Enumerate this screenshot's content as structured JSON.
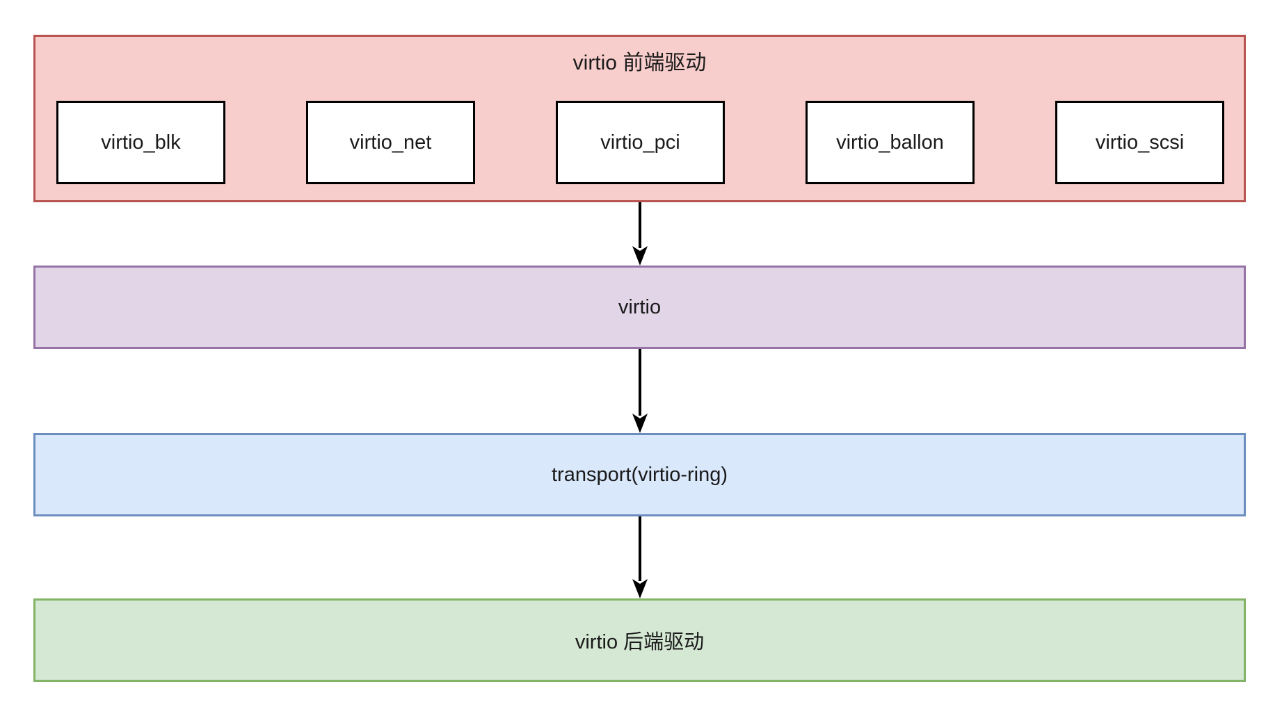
{
  "colors": {
    "frontend_fill": "#f8cecc",
    "frontend_stroke": "#b85450",
    "module_fill": "#ffffff",
    "module_stroke": "#000000",
    "virtio_fill": "#e1d5e7",
    "virtio_stroke": "#9673a6",
    "transport_fill": "#dae8fc",
    "transport_stroke": "#6c8ebf",
    "backend_fill": "#d5e8d4",
    "backend_stroke": "#82b366",
    "arrow": "#000000"
  },
  "diagram": {
    "frontend": {
      "title": "virtio 前端驱动",
      "modules": [
        "virtio_blk",
        "virtio_net",
        "virtio_pci",
        "virtio_ballon",
        "virtio_scsi"
      ]
    },
    "layers": {
      "virtio": "virtio",
      "transport": "transport(virtio-ring)",
      "backend": "virtio 后端驱动"
    }
  }
}
